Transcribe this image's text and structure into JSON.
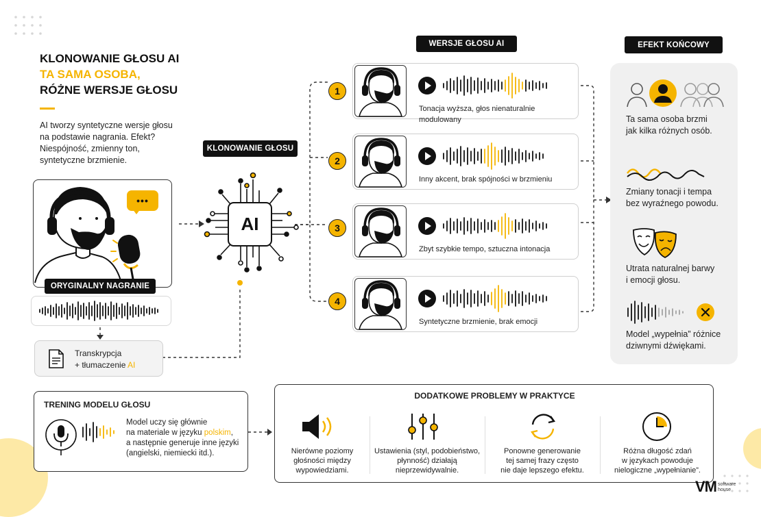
{
  "colors": {
    "accent": "#f5b400",
    "dark": "#111111",
    "panel": "#f0f0f0"
  },
  "header": {
    "line1": "KLONOWANIE GŁOSU AI",
    "line2": "TA SAMA OSOBA,",
    "line3": "RÓŻNE WERSJE GŁOSU"
  },
  "intro": {
    "lines": [
      "AI tworzy syntetyczne wersje głosu",
      "na podstawie nagrania. Efekt?",
      "Niespójność, zmienny ton,",
      "syntetyczne brzmienie."
    ]
  },
  "original": {
    "label": "ORYGINALNY NAGRANIE",
    "bubble": "•••"
  },
  "transcription": {
    "line1": "Transkrypcja",
    "line2_prefix": "+ tłumaczenie ",
    "line2_hl": "AI"
  },
  "cloning": {
    "label": "KLONOWANIE GŁOSU",
    "chip": "AI"
  },
  "versions": {
    "label": "WERSJE GŁOSU AI",
    "items": [
      {
        "num": "1",
        "caption": "Tonacja wyższa, głos nienaturalnie modulowany"
      },
      {
        "num": "2",
        "caption": "Inny akcent, brak spójności w brzmieniu"
      },
      {
        "num": "3",
        "caption": "Zbyt szybkie tempo, sztuczna intonacja"
      },
      {
        "num": "4",
        "caption": "Syntetyczne brzmienie, brak emocji"
      }
    ]
  },
  "effect": {
    "label": "EFEKT KOŃCOWY",
    "items": [
      {
        "icon": "people-icon",
        "line1": "Ta sama osoba brzmi",
        "line2": "jak kilka różnych osób."
      },
      {
        "icon": "wave-icon",
        "line1": "Zmiany tonacji i tempa",
        "line2": "bez wyraźnego powodu."
      },
      {
        "icon": "masks-icon",
        "line1": "Utrata naturalnej barwy",
        "line2": "i emocji głosu."
      },
      {
        "icon": "waveform-x-icon",
        "line1": "Model „wypełnia” różnice",
        "line2": "dziwnymi dźwiękami."
      }
    ]
  },
  "training": {
    "label": "TRENING MODELU GŁOSU",
    "line1": "Model uczy się głównie",
    "line2_prefix": "na materiale w języku ",
    "line2_hl": "polskim",
    "line2_suffix": ",",
    "line3": "a następnie generuje inne języki",
    "line4": "(angielski, niemiecki itd.)."
  },
  "problems": {
    "label": "DODATKOWE PROBLEMY W PRAKTYCE",
    "items": [
      {
        "icon": "speaker-icon",
        "lines": [
          "Nierówne poziomy",
          "głośności między",
          "wypowiedziami."
        ]
      },
      {
        "icon": "sliders-icon",
        "lines": [
          "Ustawienia (styl, podobieństwo,",
          "płynność) działają",
          "nieprzewidywalnie."
        ]
      },
      {
        "icon": "refresh-icon",
        "lines": [
          "Ponowne generowanie",
          "tej samej frazy często",
          "nie daje lepszego efektu."
        ]
      },
      {
        "icon": "clock-icon",
        "lines": [
          "Różna długość zdań",
          "w językach powoduje",
          "nielogiczne „wypełnianie”."
        ]
      }
    ]
  },
  "brand": {
    "logo": "VM",
    "sub1": "software",
    "sub2": "house"
  }
}
